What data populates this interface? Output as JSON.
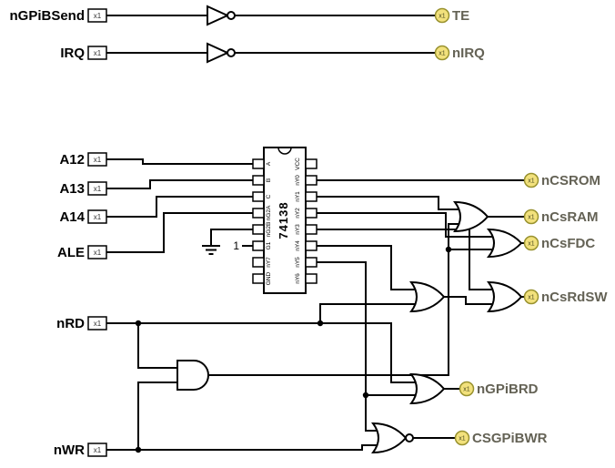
{
  "app": {
    "kind": "logic-circuit-editor",
    "background": "#ffffff"
  },
  "pin_tag": "x1",
  "const_one": "1",
  "inputs": [
    {
      "label": "nGPiBSend"
    },
    {
      "label": "IRQ"
    },
    {
      "label": "A12"
    },
    {
      "label": "A13"
    },
    {
      "label": "A14"
    },
    {
      "label": "ALE"
    },
    {
      "label": "nRD"
    },
    {
      "label": "nWR"
    }
  ],
  "outputs": [
    {
      "label": "TE"
    },
    {
      "label": "nIRQ"
    },
    {
      "label": "nCSROM"
    },
    {
      "label": "nCsRAM"
    },
    {
      "label": "nCsFDC"
    },
    {
      "label": "nCsRdSW"
    },
    {
      "label": "nGPiBRD"
    },
    {
      "label": "CSGPiBWR"
    }
  ],
  "chip": {
    "name": "74138",
    "left_pins": [
      "A",
      "B",
      "C",
      "nG2A",
      "nG2B",
      "G1",
      "nY7",
      "GND"
    ],
    "right_pins": [
      "VCC",
      "nY0",
      "nY1",
      "nY2",
      "nY3",
      "nY4",
      "nY5",
      "nY6"
    ]
  },
  "colors": {
    "wire": "#000000",
    "output_pin_fill": "#f2e17c",
    "output_pin_stroke": "#99922f",
    "output_label": "#646255",
    "input_label": "#000000"
  }
}
